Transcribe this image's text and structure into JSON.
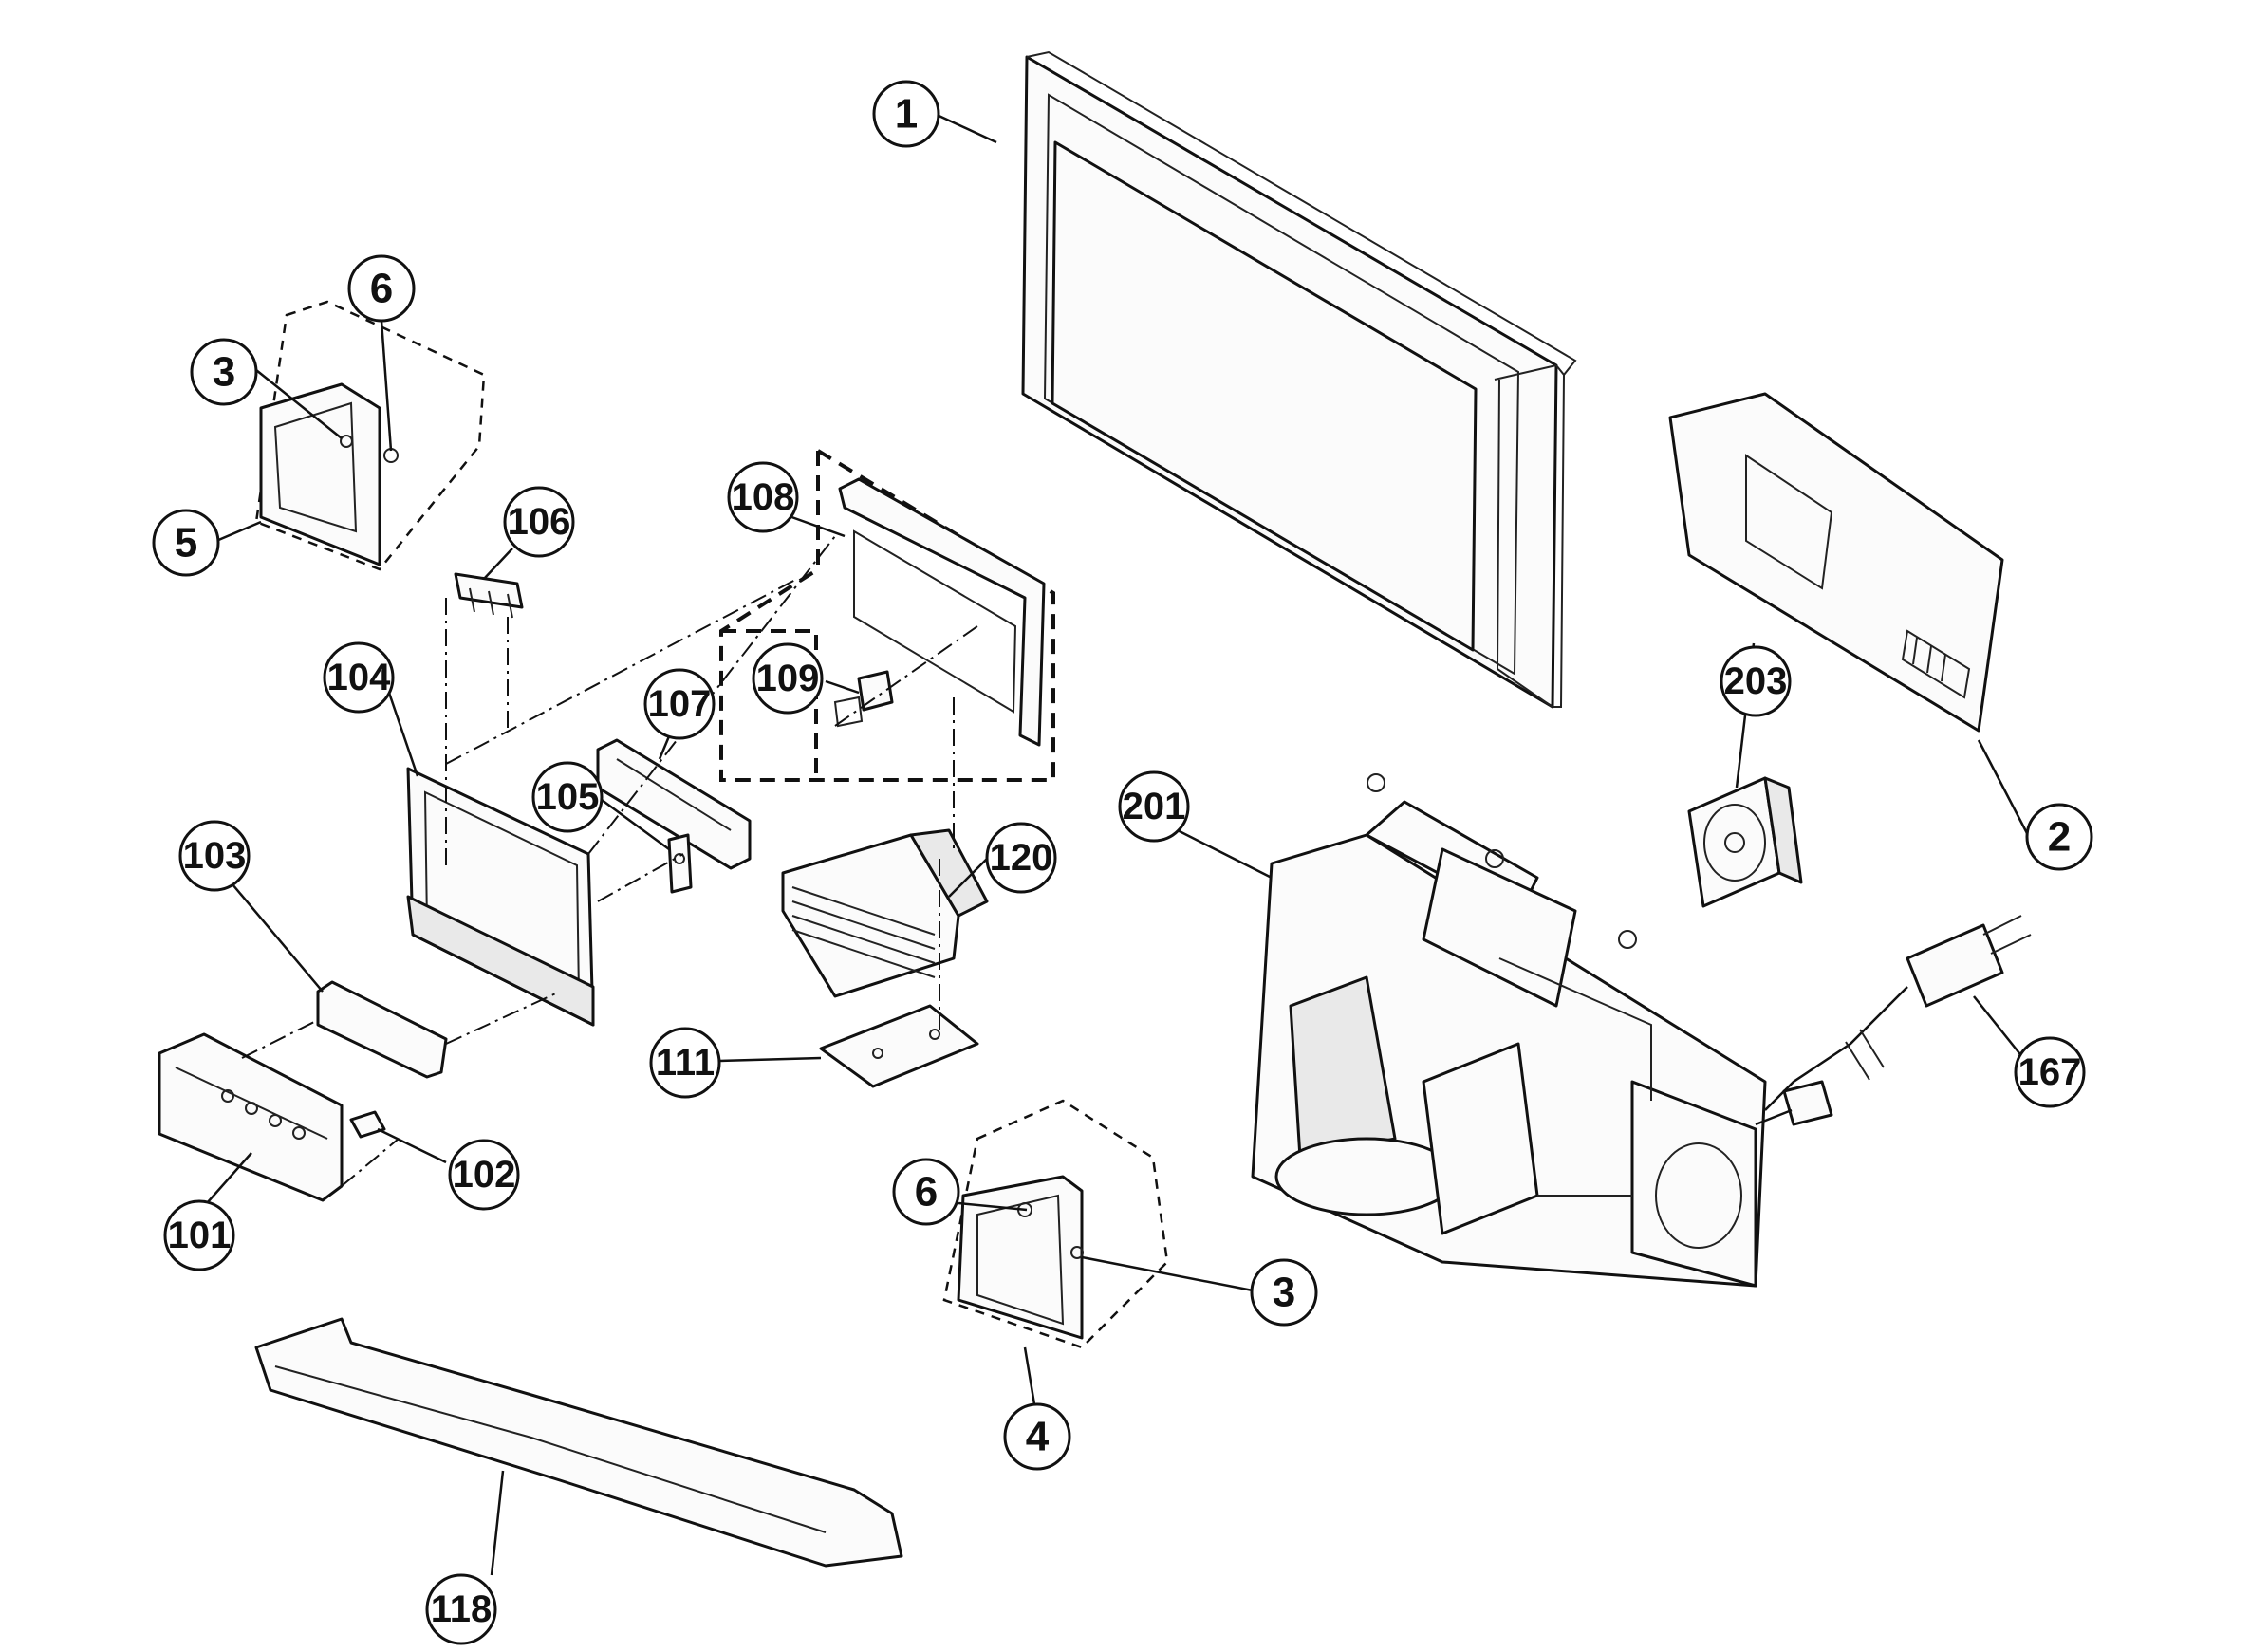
{
  "callouts": {
    "c1": "1",
    "c2": "2",
    "c3a": "3",
    "c3b": "3",
    "c4": "4",
    "c5": "5",
    "c6a": "6",
    "c6b": "6",
    "c101": "101",
    "c102": "102",
    "c103": "103",
    "c104": "104",
    "c105": "105",
    "c106": "106",
    "c107": "107",
    "c108": "108",
    "c109": "109",
    "c111": "111",
    "c118": "118",
    "c120": "120",
    "c167": "167",
    "c201": "201",
    "c203": "203"
  }
}
